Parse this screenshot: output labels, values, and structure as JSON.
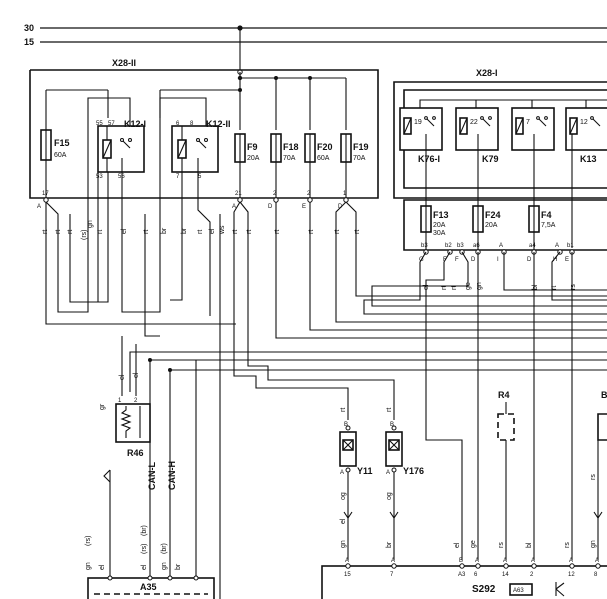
{
  "rails": {
    "r30": "30",
    "r15": "15"
  },
  "x28_2": {
    "title": "X28-II",
    "f15": {
      "name": "F15",
      "rating": "60A",
      "pin": "17",
      "conn": "A"
    },
    "k12_1": {
      "name": "K12-I",
      "p55": "55",
      "p57": "57",
      "p53": "53",
      "p56": "56"
    },
    "k12_2": {
      "name": "K12-II",
      "p6": "6",
      "p8": "8",
      "p7": "7",
      "p5": "5"
    },
    "f9": {
      "name": "F9",
      "rating": "20A",
      "pin": "21",
      "conn": "A"
    },
    "f18": {
      "name": "F18",
      "rating": "70A",
      "pin": "2",
      "conn": "D"
    },
    "f20": {
      "name": "F20",
      "rating": "60A",
      "pin": "2",
      "conn": "E"
    },
    "f19": {
      "name": "F19",
      "rating": "70A",
      "pin": "1",
      "conn": "D"
    }
  },
  "x28_1": {
    "title": "X28-I",
    "k76": {
      "name": "K76-I",
      "pin": "19"
    },
    "k79": {
      "name": "K79",
      "pin": "22"
    },
    "k7": {
      "pin": "7"
    },
    "k13": {
      "name": "K13",
      "pin": "12"
    },
    "f13": {
      "name": "F13",
      "rating1": "20A",
      "rating2": "30A"
    },
    "f24": {
      "name": "F24",
      "rating": "20A"
    },
    "f4": {
      "name": "F4",
      "rating": "7,5A"
    },
    "pins": [
      "b3",
      "b2",
      "b3",
      "a6",
      "A",
      "a4",
      "A",
      "b1"
    ],
    "conns": [
      "G",
      "F",
      "F",
      "D",
      "I",
      "D",
      "H",
      "E"
    ]
  },
  "left_wires": [
    "rt",
    "rt",
    "rt",
    "(rs)",
    "gn",
    "rt",
    "el",
    "rt",
    "br",
    "br",
    "rt",
    "el",
    "ws"
  ],
  "mid_wires": [
    "rt",
    "rt",
    "rt",
    "rt",
    "rt",
    "rt"
  ],
  "x28_1_wires": [
    "el",
    "rt",
    "rt",
    "ge",
    "gn",
    "bl",
    "rt",
    "rs"
  ],
  "r46": {
    "name": "R46",
    "p1": "1",
    "p2": "2",
    "w1": "el",
    "w2": "el"
  },
  "vert_wires": {
    "gr": "gr",
    "can_l": "CAN-L",
    "can_h": "CAN-H"
  },
  "y11": {
    "name": "Y11",
    "pin_b": "B",
    "pin_a": "A",
    "top_wire": "rt",
    "bot_wire": "og"
  },
  "y176": {
    "name": "Y176",
    "pin_b": "B",
    "pin_a": "A",
    "top_wire": "rt",
    "bot_wire": "og"
  },
  "r4": {
    "name": "R4"
  },
  "a35": {
    "name": "A35",
    "wires": [
      "gn",
      "(rs)",
      "el",
      "el",
      "(rs)",
      "(br)",
      "gn",
      "(br)",
      "br"
    ]
  },
  "s292": {
    "name": "S292",
    "badge": "A63",
    "wires": [
      "gn",
      "el",
      "br",
      "el",
      "ge",
      "rs",
      "bl",
      "rs",
      "gn"
    ],
    "pins": [
      "15",
      "7",
      "A3",
      "6",
      "14",
      "2",
      "12",
      "8"
    ],
    "conns": [
      "A",
      "A",
      "B",
      "A",
      "A",
      "A",
      "A",
      "A"
    ]
  },
  "misc": {
    "b_cut": "B",
    "rs_right": "rs",
    "a_label": "A"
  }
}
